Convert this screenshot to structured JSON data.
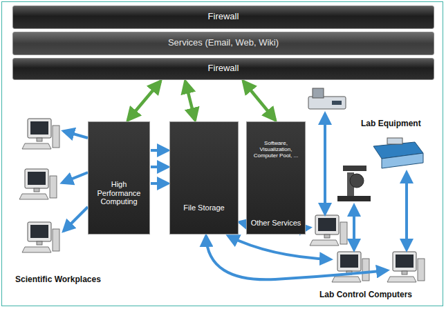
{
  "diagram": {
    "nodes": [
      {
        "text": [
          "Firewall"
        ]
      },
      {
        "text": [
          "Services (Email, Web, Wiki)"
        ]
      },
      {
        "text": [
          "Firewall"
        ]
      },
      {
        "text": [
          "High Performance Computing"
        ]
      },
      {
        "text": [
          "File Storage"
        ]
      },
      {
        "text": [
          "Software, Visualization, Computer Pool, ...",
          "Other Services"
        ]
      }
    ],
    "edges": [
      {
        "from": 2,
        "to": 3,
        "arrow": "both"
      },
      {
        "from": 2,
        "to": 4,
        "arrow": "both"
      },
      {
        "from": 2,
        "to": 5,
        "arrow": "both"
      },
      {
        "from": 3,
        "to": 4,
        "arrow": "to"
      },
      {
        "from": 3,
        "to": 4,
        "arrow": "to"
      },
      {
        "from": 3,
        "to": 4,
        "arrow": "to"
      }
    ],
    "labels": [
      "Lab Equipment",
      "Scientific Workplaces",
      "Lab Control Computers"
    ]
  }
}
